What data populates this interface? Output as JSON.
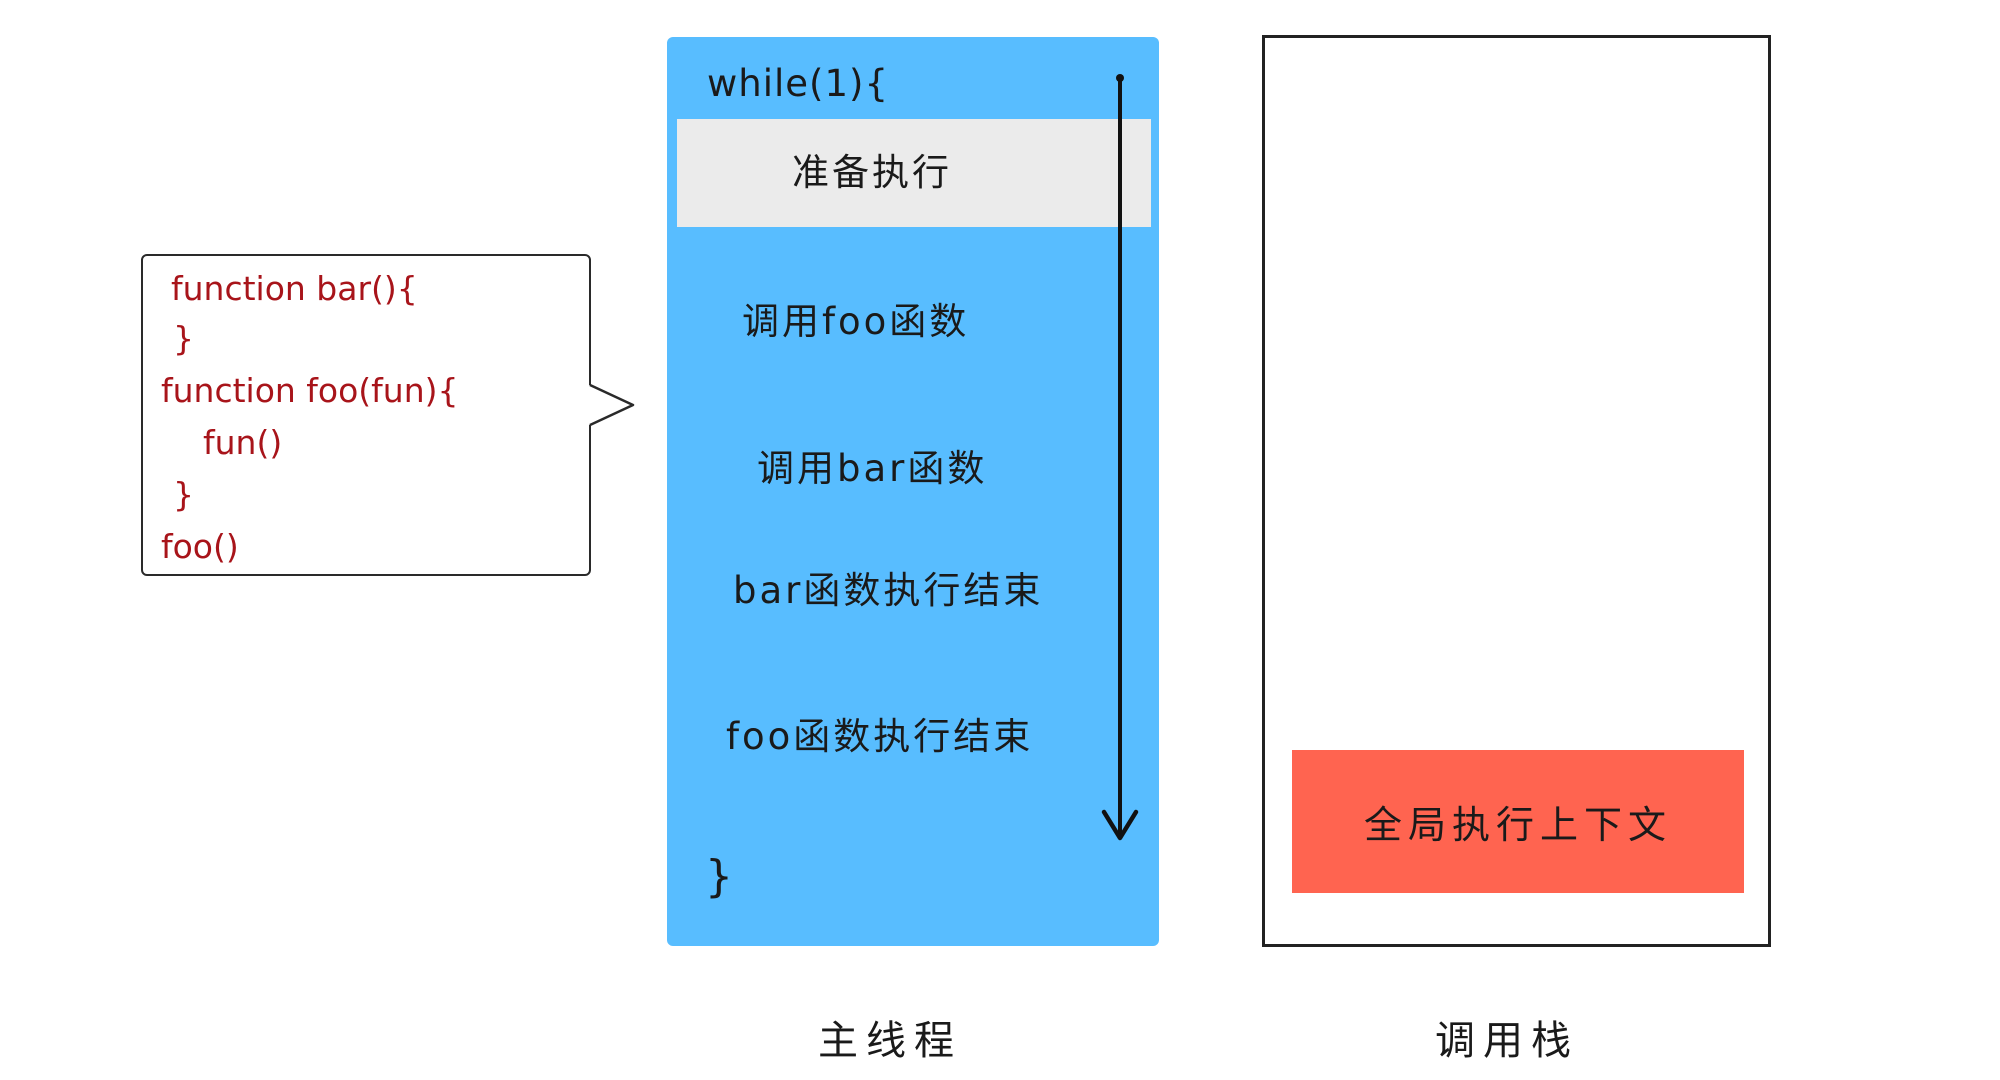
{
  "code": {
    "lines": [
      "function bar(){",
      "}",
      "function foo(fun){",
      "fun()",
      "}",
      "foo()"
    ]
  },
  "main_thread": {
    "loop_open": "while(1){",
    "steps": [
      "准备执行",
      "调用foo函数",
      "调用bar函数",
      "bar函数执行结束",
      "foo函数执行结束"
    ],
    "loop_close": "}",
    "highlighted_step_index": 0,
    "caption": "主线程"
  },
  "call_stack": {
    "frames": [
      "全局执行上下文"
    ],
    "caption": "调用栈"
  },
  "colors": {
    "thread_bg": "#58bdff",
    "highlight_bg": "#ebebeb",
    "frame_bg": "#ff6450",
    "code_text": "#a8141a"
  },
  "icons": {
    "flow_arrow": "arrow-down-icon"
  }
}
